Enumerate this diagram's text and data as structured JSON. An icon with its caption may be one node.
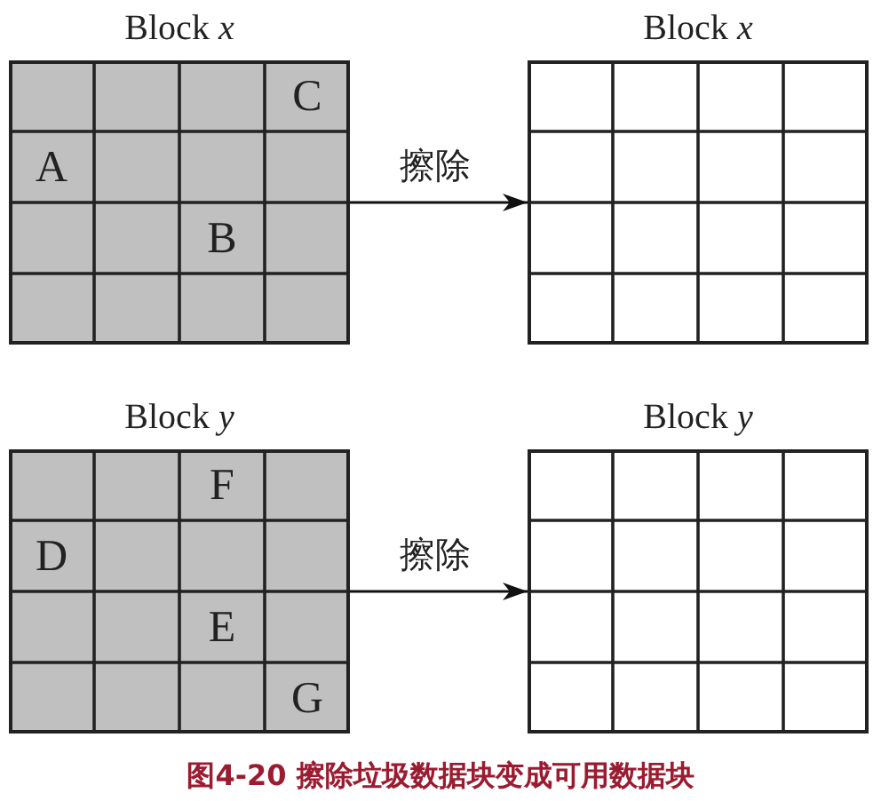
{
  "diagram": {
    "caption": "图4-20 擦除垃圾数据块变成可用数据块",
    "nodes": [
      {
        "text": [
          "Block *x*",
          "C",
          "A",
          "B"
        ]
      },
      {
        "text": [
          "Block *x*"
        ]
      },
      {
        "text": [
          "Block *y*",
          "F",
          "D",
          "E",
          "G"
        ]
      },
      {
        "text": [
          "Block *y*"
        ]
      }
    ],
    "edges": [
      {
        "from": 0,
        "to": 1,
        "arrow": "to",
        "label": "擦除"
      },
      {
        "from": 2,
        "to": 3,
        "arrow": "to",
        "label": "擦除"
      }
    ]
  }
}
